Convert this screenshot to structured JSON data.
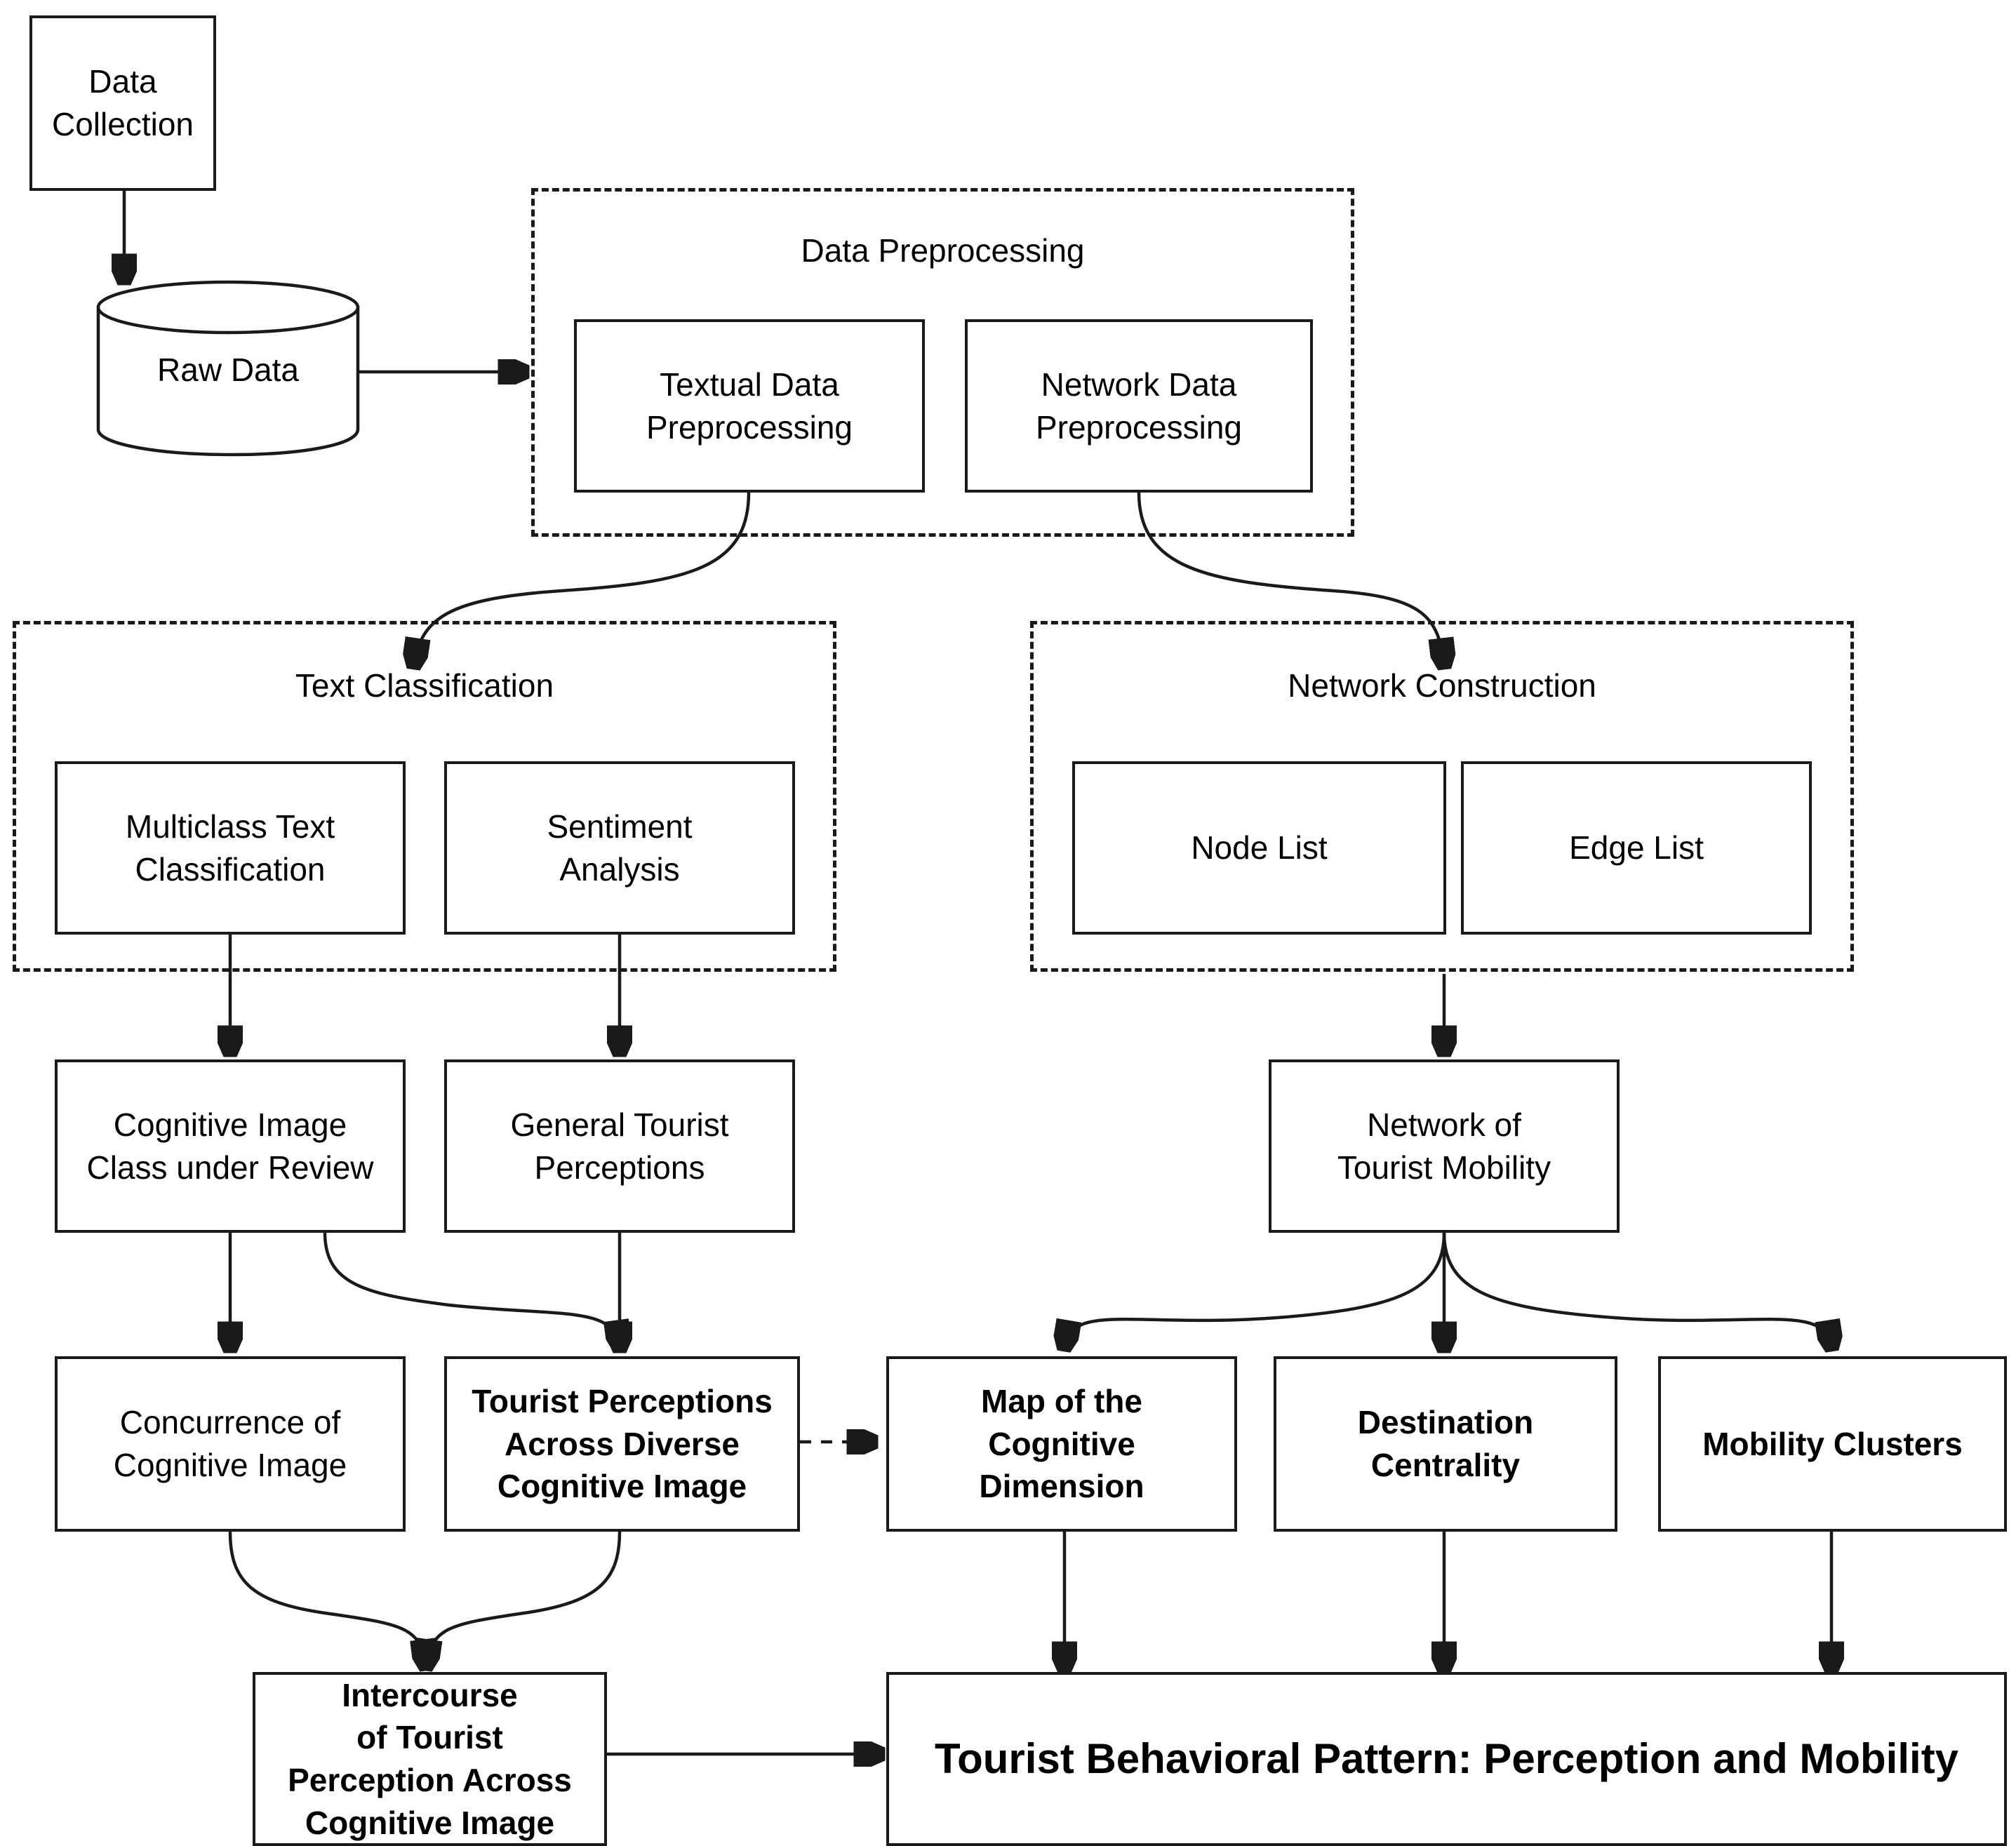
{
  "diagram": {
    "title": "Tourist Behavioral Pattern Research Framework Flowchart",
    "line_color": "#1a1a1a",
    "background": "#ffffff"
  },
  "nodes": {
    "data_collection": "Data Collection",
    "raw_data": "Raw Data",
    "textual_data_preprocessing": "Textual Data\nPreprocessing",
    "network_data_preprocessing": "Network Data\nPreprocessing",
    "multiclass_text_classification": "Multiclass Text\nClassification",
    "sentiment_analysis": "Sentiment\nAnalysis",
    "node_list": "Node List",
    "edge_list": "Edge List",
    "cognitive_image_class": "Cognitive Image\nClass under Review",
    "general_tourist_perceptions": "General Tourist\nPerceptions",
    "network_of_tourist_mobility": "Network of\nTourist Mobility",
    "concurrence_of_cognitive_image": "Concurrence of\nCognitive Image",
    "tourist_perceptions_across": "Tourist Perceptions\nAcross Diverse\nCognitive Image",
    "map_of_cognitive_dimension": "Map of the\nCognitive\nDimension",
    "destination_centrality": "Destination\nCentrality",
    "mobility_clusters": "Mobility Clusters",
    "intercourse_of_tourist_perception": "Intercourse\nof Tourist\nPerception Across\nCognitive Image",
    "tourist_behavioral_pattern": "Tourist Behavioral Pattern: Perception and Mobility"
  },
  "groups": {
    "data_preprocessing": "Data Preprocessing",
    "text_classification": "Text Classification",
    "network_construction": "Network Construction"
  }
}
